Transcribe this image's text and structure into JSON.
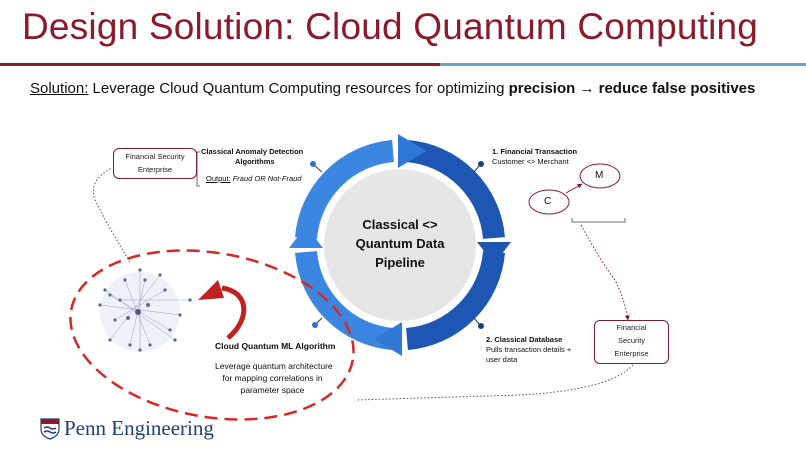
{
  "title": "Design Solution: Cloud Quantum Computing",
  "subtitle": {
    "prefix": "Solution:",
    "text": " Leverage Cloud Quantum Computing resources for optimizing ",
    "bold": "precision → reduce false positives"
  },
  "pipeline": {
    "center_lines": [
      "Classical <>",
      "Quantum Data",
      "Pipeline"
    ]
  },
  "steps": {
    "classical_anomaly": {
      "title_line1": "Classical Anomaly Detection",
      "title_line2": "Algorithms",
      "output_label": "Output:",
      "output_value": " Fraud OR Not-Fraud"
    },
    "financial_transaction": {
      "title": "1. Financial Transaction",
      "detail": "Customer <> Merchant"
    },
    "classical_database": {
      "title": "2. Classical Database",
      "detail_line1": "Pulls transaction details +",
      "detail_line2": "user data"
    },
    "cloud_quantum_ml": {
      "title": "Cloud Quantum ML Algorithm",
      "detail_line1": "Leverage quantum architecture",
      "detail_line2": "for mapping correlations in",
      "detail_line3": "parameter space"
    }
  },
  "boxes": {
    "left_enterprise": [
      "Financial Security",
      "Enterprise"
    ],
    "right_enterprise": [
      "Financial",
      "Security",
      "Enterprise"
    ]
  },
  "nodes": {
    "c": "C",
    "m": "M"
  },
  "footer": {
    "logo_text": "Penn Engineering"
  },
  "colors": {
    "title": "#8b1a2b",
    "ring_light": "#3a86e0",
    "ring_dark": "#1d56b3",
    "inner_disc": "#e6e6e6",
    "accent_red": "#d62828"
  }
}
